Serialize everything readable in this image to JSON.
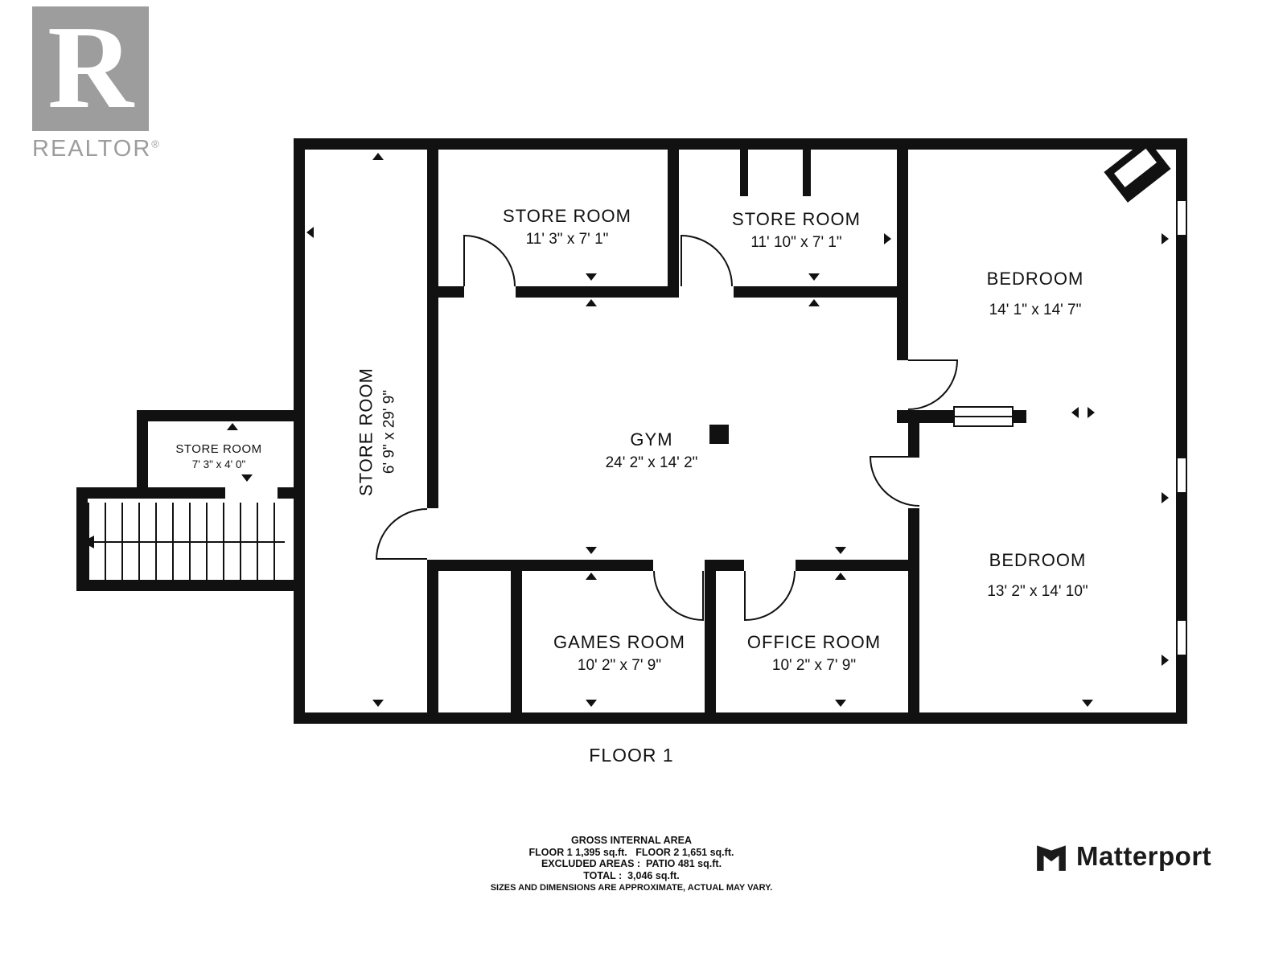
{
  "branding": {
    "realtor_r": "R",
    "realtor_text": "REALTOR",
    "realtor_reg": "®",
    "matterport_text": "Matterport"
  },
  "floor": {
    "title": "FLOOR 1"
  },
  "rooms": [
    {
      "id": "store-room-a",
      "name": "STORE ROOM",
      "dims": "11' 3\" x 7' 1\""
    },
    {
      "id": "store-room-b",
      "name": "STORE ROOM",
      "dims": "11' 10\" x 7' 1\""
    },
    {
      "id": "bedroom-1",
      "name": "BEDROOM",
      "dims": "14' 1\" x 14' 7\""
    },
    {
      "id": "store-room-tall",
      "name": "STORE ROOM",
      "dims": "6' 9\" x 29' 9\""
    },
    {
      "id": "store-room-small",
      "name": "STORE ROOM",
      "dims": "7' 3\" x 4' 0\""
    },
    {
      "id": "gym",
      "name": "GYM",
      "dims": "24' 2\" x 14' 2\""
    },
    {
      "id": "bedroom-2",
      "name": "BEDROOM",
      "dims": "13' 2\" x 14' 10\""
    },
    {
      "id": "games-room",
      "name": "GAMES ROOM",
      "dims": "10' 2\" x 7' 9\""
    },
    {
      "id": "office-room",
      "name": "OFFICE ROOM",
      "dims": "10' 2\" x 7' 9\""
    }
  ],
  "footer": {
    "line1": "GROSS INTERNAL AREA",
    "line2": "FLOOR 1 1,395 sq.ft.   FLOOR 2 1,651 sq.ft.",
    "line3": "EXCLUDED AREAS :  PATIO 481 sq.ft.",
    "line4": "TOTAL :  3,046 sq.ft.",
    "line5": "SIZES AND DIMENSIONS ARE APPROXIMATE, ACTUAL MAY VARY."
  },
  "colors": {
    "wall": "#111111",
    "realtor_gray": "#9d9d9d",
    "matterport_black": "#1a1a1a"
  }
}
